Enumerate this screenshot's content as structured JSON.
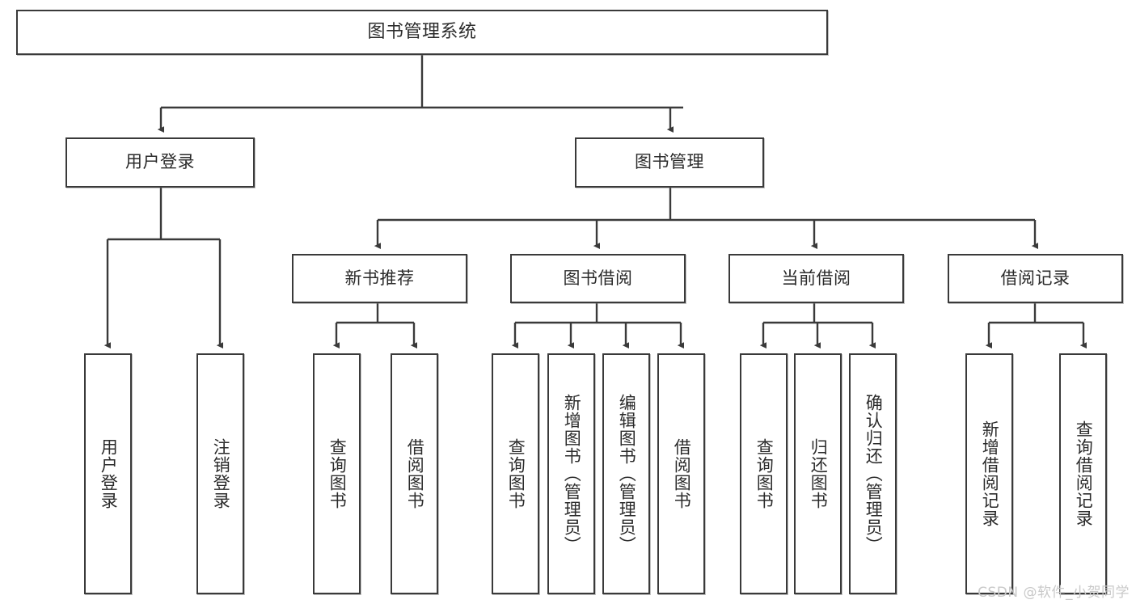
{
  "diagram": {
    "title": "图书管理系统",
    "watermark": "CSDN @软件_小贺同学",
    "line_color": "#3a3a3a",
    "box_fill": "#ffffff",
    "text_color": "#2b2b2b",
    "root": {
      "label": "图书管理系统"
    },
    "level1": [
      {
        "label": "用户登录"
      },
      {
        "label": "图书管理"
      }
    ],
    "level2": [
      {
        "label": "新书推荐"
      },
      {
        "label": "图书借阅"
      },
      {
        "label": "当前借阅"
      },
      {
        "label": "借阅记录"
      }
    ],
    "leaves": {
      "user_login": [
        {
          "label": "用户登录"
        },
        {
          "label": "注销登录"
        }
      ],
      "new_book_recommend": [
        {
          "label": "查询图书"
        },
        {
          "label": "借阅图书"
        }
      ],
      "book_borrow": [
        {
          "label": "查询图书"
        },
        {
          "label": "新增图书（管理员）"
        },
        {
          "label": "编辑图书（管理员）"
        },
        {
          "label": "借阅图书"
        }
      ],
      "current_borrow": [
        {
          "label": "查询图书"
        },
        {
          "label": "归还图书"
        },
        {
          "label": "确认归还（管理员）"
        }
      ],
      "borrow_record": [
        {
          "label": "新增借阅记录"
        },
        {
          "label": "查询借阅记录"
        }
      ]
    }
  }
}
